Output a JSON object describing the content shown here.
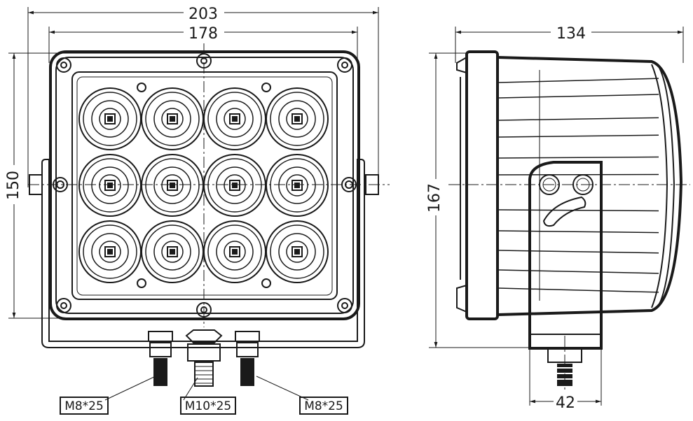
{
  "front_view": {
    "dim_width_overall": "203",
    "dim_width_mount": "178",
    "dim_height": "150",
    "led_rows": 3,
    "led_cols": 4
  },
  "side_view": {
    "dim_depth": "134",
    "dim_height": "167",
    "dim_bracket_width": "42"
  },
  "labels": {
    "bolt_left": "M8*25",
    "bolt_center": "M10*25",
    "bolt_right": "M8*25"
  }
}
